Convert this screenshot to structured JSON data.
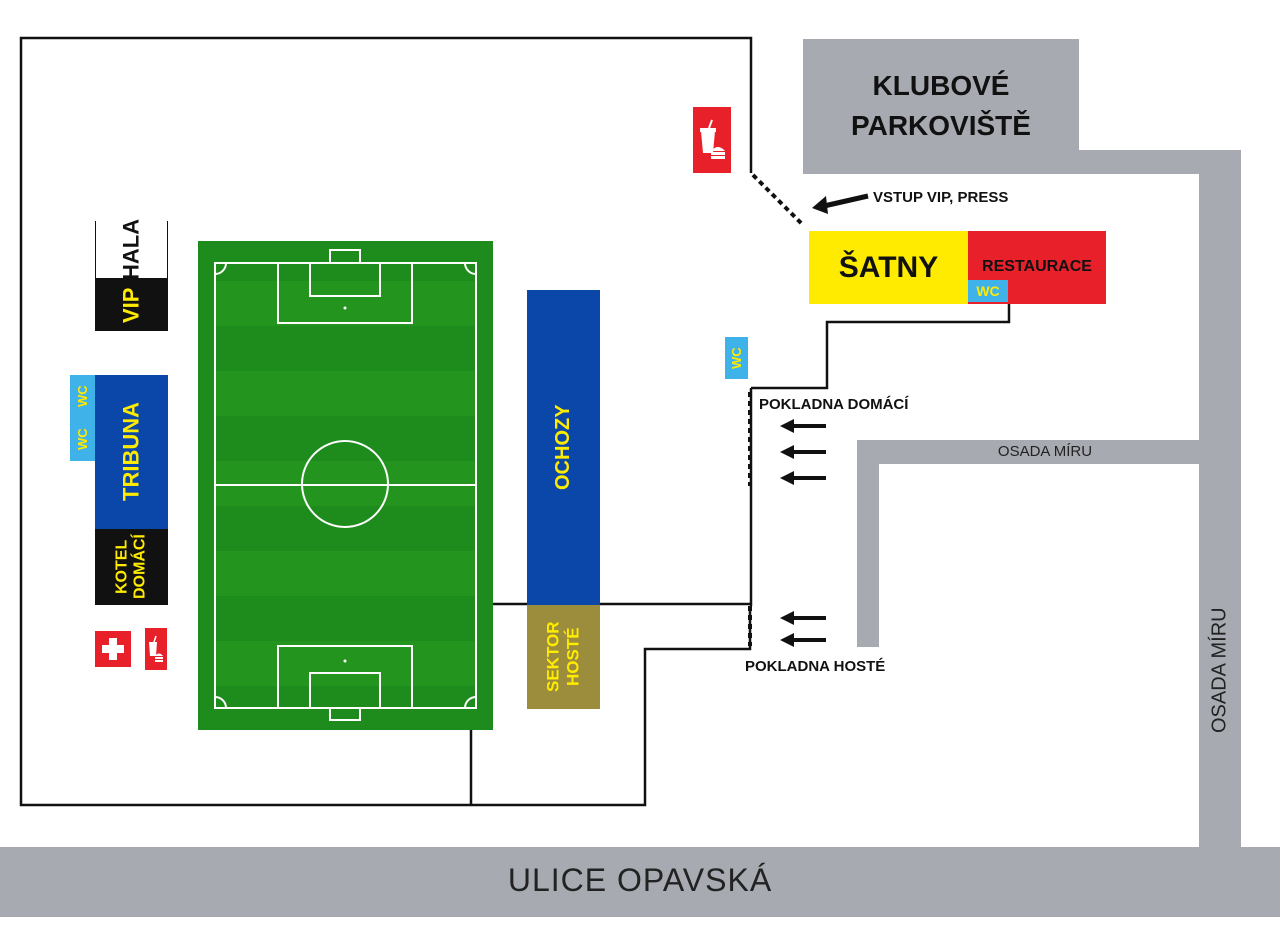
{
  "colors": {
    "street": "#a7abb1",
    "pitch": "#1e8c1c",
    "pitch_stripe": "#2a9a25",
    "blue": "#0a47a8",
    "yellow": "#ffeb00",
    "red": "#e8202a",
    "wc": "#3fb2e9",
    "olive": "#9b8d3c",
    "black": "#111111"
  },
  "labels": {
    "parking_line1": "KLUBOVÉ",
    "parking_line2": "PARKOVIŠTĚ",
    "vip_entry": "VSTUP VIP, PRESS",
    "satny": "ŠATNY",
    "restaurace": "RESTAURACE",
    "wc": "WC",
    "pokladna_domaci": "POKLADNA DOMÁCÍ",
    "pokladna_hoste": "POKLADNA HOSTÉ",
    "osada_miru_horizontal": "OSADA MÍRU",
    "osada_miru_vertical": "OSADA MÍRU",
    "ulice": "ULICE OPAVSKÁ",
    "hala": "HALA",
    "vip": "VIP",
    "tribuna": "TRIBUNA",
    "kotel_line1": "KOTEL",
    "kotel_line2": "DOMÁCÍ",
    "ochozy": "OCHOZY",
    "sektor_line1": "SEKTOR",
    "sektor_line2": "HOSTÉ"
  },
  "icons": [
    "food-drink-icon",
    "first-aid-icon",
    "arrow-left-icon"
  ]
}
